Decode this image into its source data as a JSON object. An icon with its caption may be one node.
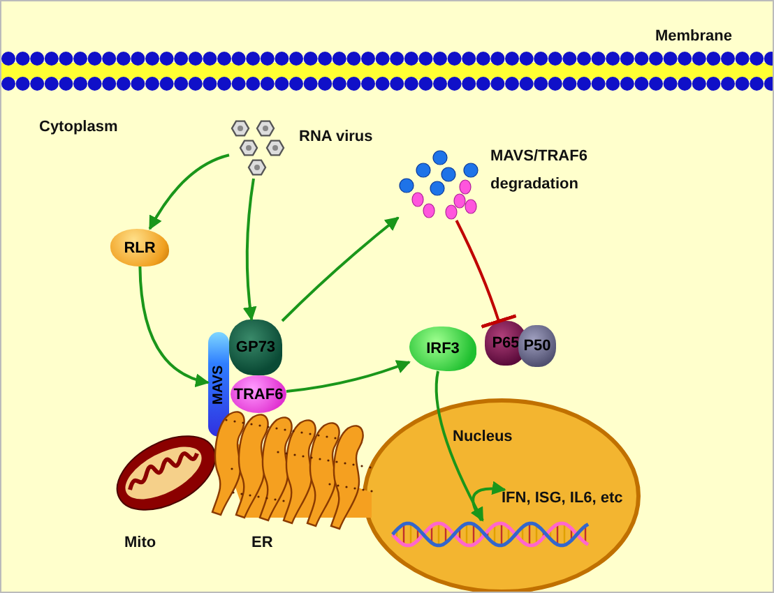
{
  "diagram": {
    "nodes": [
      {
        "text": [],
        "shape": "picture",
        "beside": [
          "RNA virus"
        ]
      },
      {
        "text": [
          "RLR"
        ]
      },
      {
        "text": [
          "MAVS"
        ]
      },
      {
        "text": [
          "GP73"
        ]
      },
      {
        "text": [
          "TRAF6"
        ]
      },
      {
        "text": [],
        "shape": "picture",
        "beside": [
          "MAVS/TRAF6 degradation"
        ]
      },
      {
        "text": [
          "IRF3"
        ]
      },
      {
        "text": [
          "P65"
        ]
      },
      {
        "text": [
          "P50"
        ]
      },
      {
        "text": [
          "Nucleus"
        ]
      },
      {
        "text": [],
        "shape": "picture",
        "in": 9
      },
      {
        "text": [
          "IFN, ISG, IL6, etc"
        ],
        "in": 9
      },
      {
        "text": [],
        "shape": "picture",
        "beside": [
          "Mito"
        ]
      },
      {
        "text": [],
        "shape": "picture",
        "beside": [
          "ER"
        ]
      }
    ],
    "edges": [
      {
        "from": 0,
        "to": 1,
        "arrow": "to"
      },
      {
        "from": 0,
        "to": 3,
        "arrow": "to"
      },
      {
        "from": 1,
        "to": 2,
        "arrow": "to"
      },
      {
        "from": 3,
        "to": 5,
        "arrow": "to"
      },
      {
        "from": 4,
        "to": 6,
        "arrow": "to"
      },
      {
        "from": 5,
        "to": 7,
        "arrow": "other",
        "color": "#c00000"
      },
      {
        "from": 6,
        "to": 10,
        "arrow": "to"
      },
      {
        "from": 10,
        "to": 11,
        "arrow": "to"
      }
    ],
    "labels": [
      "Membrane",
      "Cytoplasm"
    ]
  }
}
